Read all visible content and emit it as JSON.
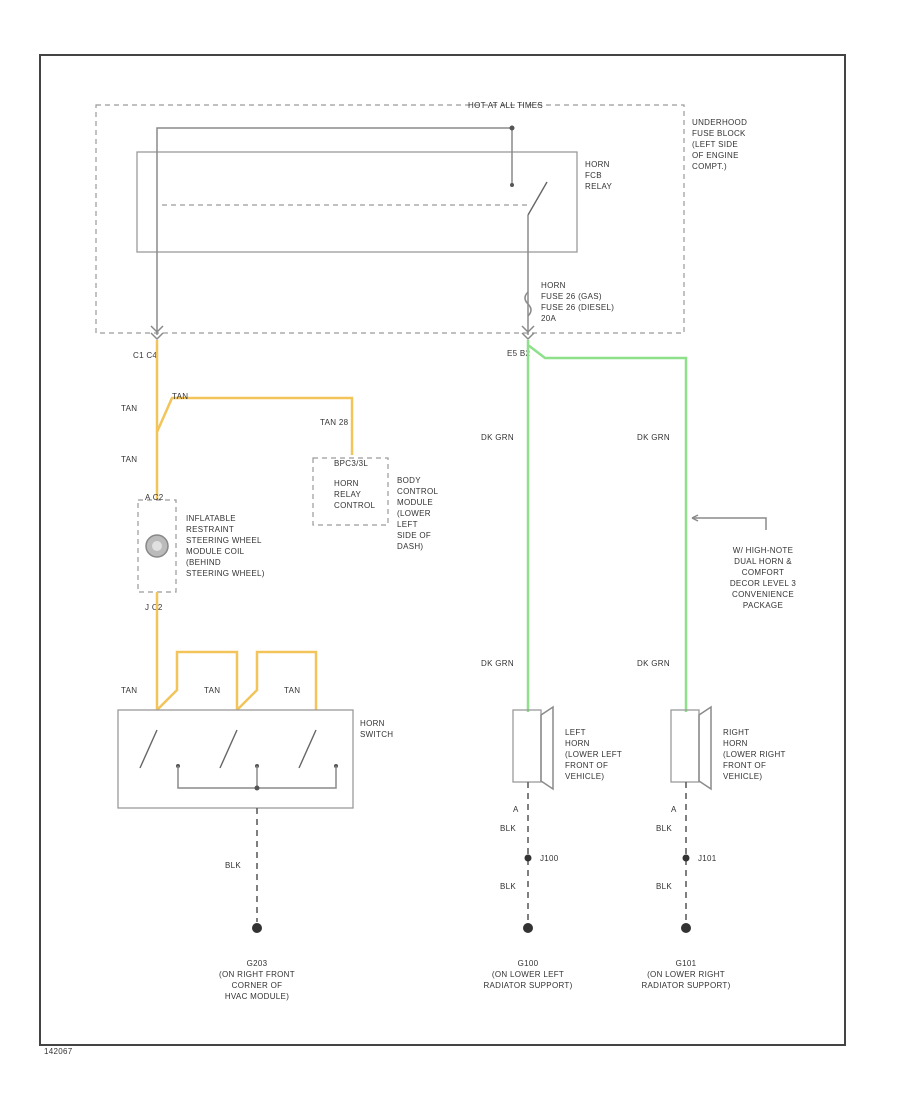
{
  "labels": {
    "hot_at_all_times": "HOT AT ALL TIMES",
    "underhood_fuse_block": [
      "UNDERHOOD",
      "FUSE BLOCK",
      "(LEFT SIDE",
      "OF ENGINE",
      "COMPT.)"
    ],
    "horn_relay": [
      "HORN",
      "FCB",
      "RELAY"
    ],
    "horn_fuse": [
      "HORN",
      "FUSE 26  (GAS)",
      "FUSE 26  (DIESEL)",
      "20A"
    ],
    "conn_c1_3": "C1  C4",
    "conn_e5_b2": "E5    B2",
    "tan_1": "TAN",
    "tan_2": "TAN",
    "tan_3": "TAN  28",
    "tan_4": "TAN",
    "bcm_conn": "BPC3/3L",
    "horn_relay_control": [
      "HORN",
      "RELAY",
      "CONTROL"
    ],
    "bcm_desc": [
      "BODY",
      "CONTROL",
      "MODULE",
      "(LOWER",
      "LEFT",
      "SIDE OF",
      "DASH)"
    ],
    "bcm_terminal": "A  C2",
    "coil_desc": [
      "INFLATABLE",
      "RESTRAINT",
      "STEERING WHEEL",
      "MODULE COIL",
      "(BEHIND",
      "STEERING WHEEL)"
    ],
    "coil_terminal": "J  C2",
    "tan_sw1": "TAN",
    "tan_sw2": "TAN",
    "tan_sw3": "TAN",
    "horn_switch": [
      "HORN",
      "SWITCH"
    ],
    "dk_grn_1": "DK GRN",
    "dk_grn_2": "DK GRN",
    "dk_grn_3": "DK GRN",
    "dk_grn_4": "DK GRN",
    "option_note": [
      "W/ HIGH-NOTE",
      "DUAL HORN &",
      "COMFORT",
      "DECOR LEVEL 3",
      "CONVENIENCE",
      "PACKAGE"
    ],
    "left_horn": [
      "LEFT",
      "HORN",
      "(LOWER LEFT",
      "FRONT OF",
      "VEHICLE)"
    ],
    "right_horn": [
      "RIGHT",
      "HORN",
      "(LOWER RIGHT",
      "FRONT OF",
      "VEHICLE)"
    ],
    "horn_term_a1": "A",
    "horn_term_a2": "A",
    "blk_1": "BLK",
    "blk_2": "BLK",
    "blk_3": "BLK",
    "blk_4": "BLK",
    "blk_5": "BLK",
    "splice_left": "J100",
    "splice_right": "J101",
    "ground_g203": [
      "G203",
      "(ON RIGHT FRONT",
      "CORNER OF",
      "HVAC MODULE)"
    ],
    "ground_g100": [
      "G100",
      "(ON LOWER LEFT",
      "RADIATOR SUPPORT)"
    ],
    "ground_g101": [
      "G101",
      "(ON LOWER RIGHT",
      "RADIATOR SUPPORT)"
    ],
    "figure_id": "142067"
  },
  "colors": {
    "tan_wire": "#f2c45a",
    "dk_grn_wire": "#8ee08a",
    "frame": "#444444",
    "component_outline": "#9a9a9a"
  }
}
